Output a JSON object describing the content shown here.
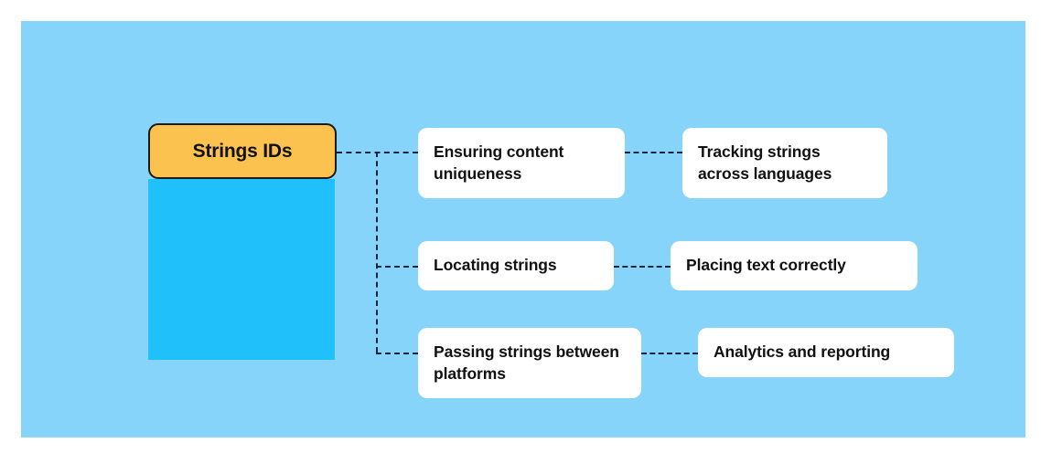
{
  "diagram": {
    "title": "Strings IDs",
    "root": {
      "label": "Strings IDs",
      "fill": "#fcc24f",
      "border": "#1a1a1a"
    },
    "placeholder_block": {
      "fill": "#20c0fb",
      "label": ""
    },
    "canvas": {
      "background": "#87d4fb"
    },
    "connector": {
      "color": "#15243a",
      "style": "dashed"
    },
    "rows": [
      {
        "primary": "Ensuring content uniqueness",
        "secondary": "Tracking strings across languages"
      },
      {
        "primary": "Locating strings",
        "secondary": "Placing text correctly"
      },
      {
        "primary": "Passing strings between platforms",
        "secondary": "Analytics and reporting"
      }
    ],
    "card_fill": "#ffffff",
    "card_text_color": "#111111"
  }
}
